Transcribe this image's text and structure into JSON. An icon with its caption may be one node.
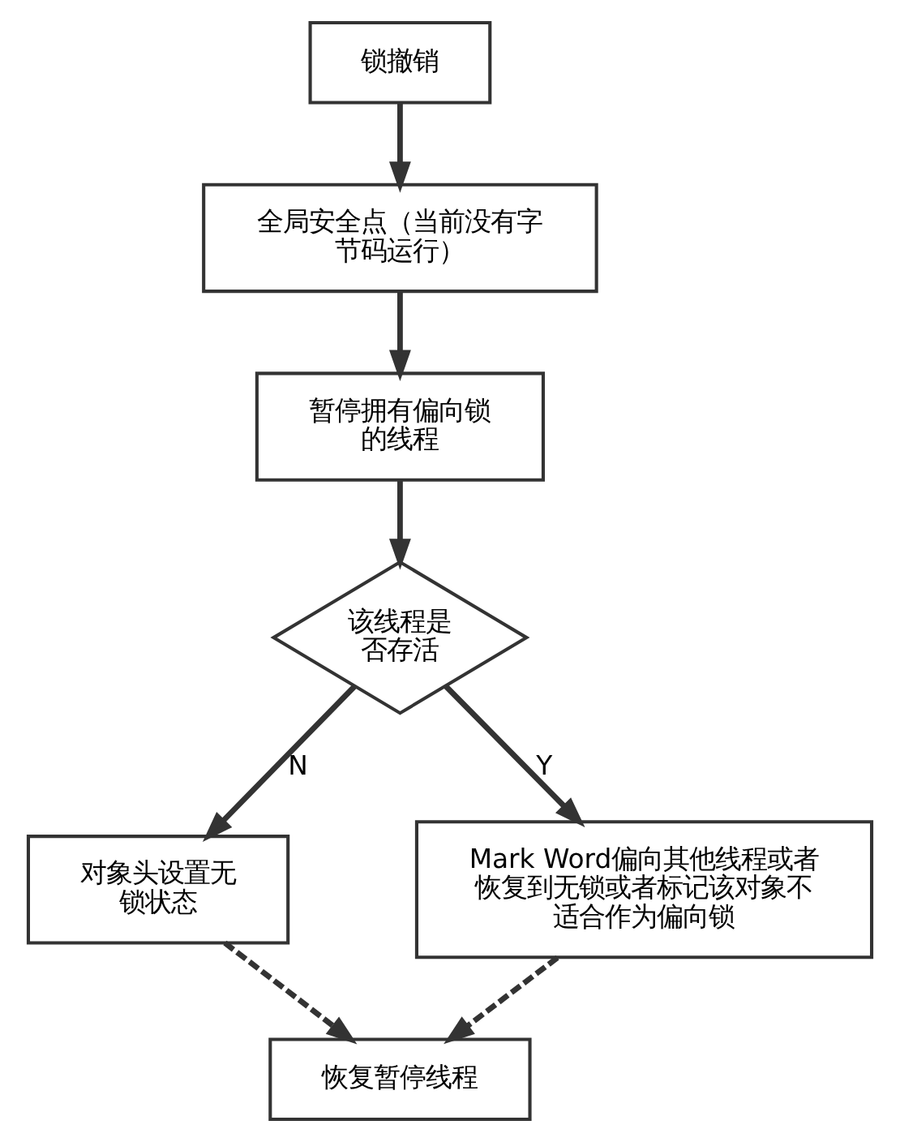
{
  "diagram": {
    "nodes": [
      {
        "text": [
          "锁撤销"
        ]
      },
      {
        "text": [
          "全局安全点（当前没有字节码运行）"
        ]
      },
      {
        "text": [
          "暂停拥有偏向锁的线程"
        ]
      },
      {
        "text": [
          "该线程是否存活"
        ]
      },
      {
        "text": [
          "对象头设置无锁状态"
        ]
      },
      {
        "text": [
          "Mark Word偏向其他线程或者恢复到无锁或者标记该对象不适合作为偏向锁"
        ]
      },
      {
        "text": [
          "恢复暂停线程"
        ]
      }
    ],
    "edges": [
      {
        "from": 0,
        "to": 1,
        "arrow": "to"
      },
      {
        "from": 1,
        "to": 2,
        "arrow": "to"
      },
      {
        "from": 2,
        "to": 3,
        "arrow": "to"
      },
      {
        "from": 3,
        "to": 4,
        "arrow": "to",
        "label": "N"
      },
      {
        "from": 3,
        "to": 5,
        "arrow": "to",
        "label": "Y"
      },
      {
        "from": 4,
        "to": 6,
        "arrow": "to",
        "style": "dashed"
      },
      {
        "from": 5,
        "to": 6,
        "arrow": "to",
        "style": "dashed"
      }
    ]
  }
}
